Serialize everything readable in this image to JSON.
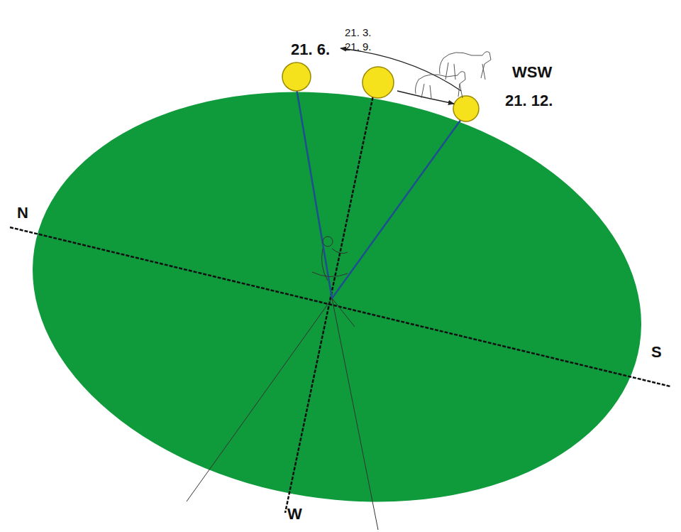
{
  "diagram": {
    "labels": [
      "21. 6.",
      "21. 3.",
      "21. 9.",
      "WSW",
      "21. 12.",
      "N",
      "S",
      "W"
    ]
  }
}
